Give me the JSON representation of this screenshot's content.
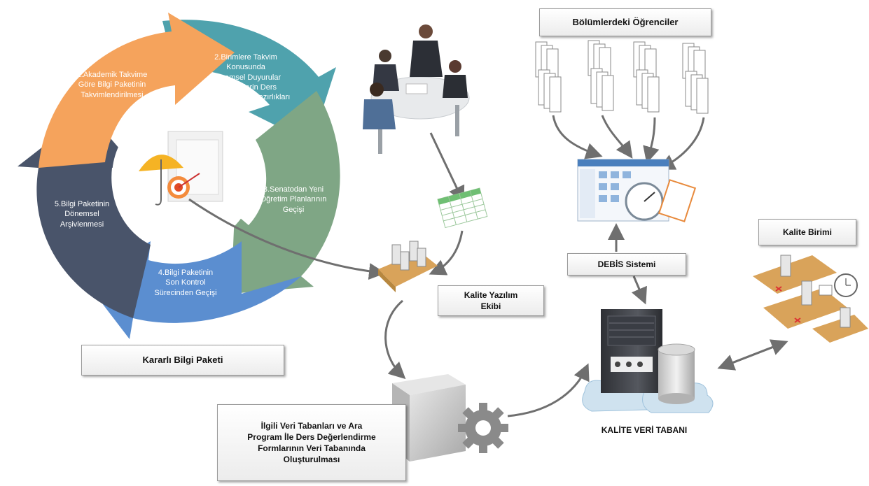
{
  "colors": {
    "step1": "#f5a35c",
    "step2": "#4fa2ad",
    "step3": "#7fa685",
    "step4": "#5b8ed0",
    "step5": "#49546a",
    "arrow": "#6f6f6f",
    "cloud": "#cfe2ef",
    "server": "#3c3f45"
  },
  "cycle": {
    "step1": "1.Akademik Takvime\nGöre Bilgi Paketinin\nTakvimlendirilmesi",
    "step2": "2.Birimlere Takvim\nKonusunda\nDönemsel Duyurular\nVe Birimlerin Ders\nTanıtım Formu Hazırlıkları",
    "step3": "3.Senatodan Yeni\nÖğretim Planlarının\nGeçişi",
    "step4": "4.Bilgi Paketinin\nSon Kontrol\nSürecinden Geçişi",
    "step5": "5.Bilgi Paketinin\nDönemsel\nArşivlenmesi"
  },
  "labels": {
    "karari": "Kararlı Bilgi Paketi",
    "kalite_yazilim": "Kalite Yazılım\nEkibi",
    "bolumler": "Bölümlerdeki Öğrenciler",
    "debis": "DEBİS Sistemi",
    "kalite_birimi": "Kalite Birimi",
    "veri_tabanlari": "İlgili Veri Tabanları ve Ara\nProgram İle Ders Değerlendirme\nFormlarının Veri Tabanında\nOluşturulması",
    "kalite_veri": "KALİTE VERİ TABANI"
  },
  "icons": [
    "meeting-people-icon",
    "spreadsheet-icon",
    "workstations-icon",
    "students-forms-icon",
    "software-window-icon",
    "server-database-icon",
    "quality-office-icon",
    "gear-box-icon",
    "umbrella-target-icon"
  ]
}
